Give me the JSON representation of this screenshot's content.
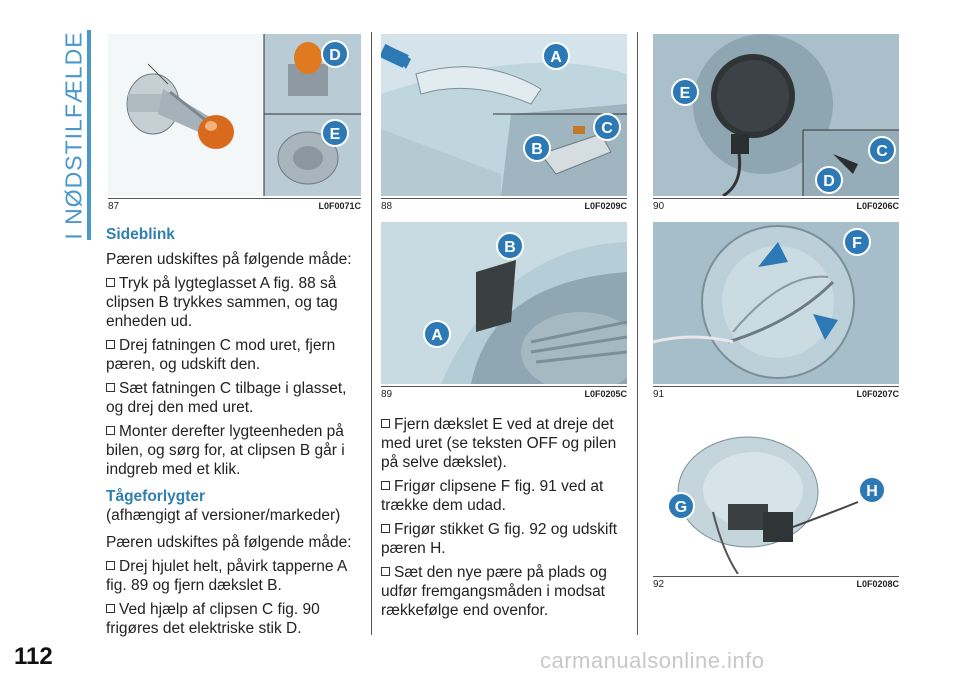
{
  "section_title": "I NØDSTILFÆLDE",
  "page_number": "112",
  "watermark": "carmanualsonline.info",
  "figures": [
    {
      "number": "87",
      "code": "L0F0071C",
      "labels": [
        "D",
        "E"
      ]
    },
    {
      "number": "88",
      "code": "L0F0209C",
      "labels": [
        "A",
        "B",
        "C"
      ]
    },
    {
      "number": "89",
      "code": "L0F0205C",
      "labels": [
        "B",
        "A"
      ]
    },
    {
      "number": "90",
      "code": "L0F0206C",
      "labels": [
        "E",
        "C",
        "D"
      ]
    },
    {
      "number": "91",
      "code": "L0F0207C",
      "labels": [
        "F"
      ]
    },
    {
      "number": "92",
      "code": "L0F0208C",
      "labels": [
        "G",
        "H"
      ]
    }
  ],
  "sideblink": {
    "heading": "Sideblink",
    "intro": "Pæren udskiftes på følgende måde:",
    "steps": [
      "Tryk på lygteglasset A fig. 88 så clipsen B trykkes sammen, og tag enheden ud.",
      "Drej fatningen C mod uret, fjern pæren, og udskift den.",
      "Sæt fatningen C tilbage i glasset, og drej den med uret.",
      "Monter derefter lygteenheden på bilen, og sørg for, at clipsen B går i indgreb med et klik."
    ]
  },
  "fog": {
    "heading": "Tågeforlygter",
    "subheading": "(afhængigt af versioner/markeder)",
    "intro": "Pæren udskiftes på følgende måde:",
    "steps": [
      "Drej hjulet helt, påvirk tapperne A fig. 89 og fjern dækslet B.",
      "Ved hjælp af clipsen C fig. 90 frigøres det elektriske stik D."
    ],
    "steps_col2": [
      "Fjern dækslet E ved at dreje det med uret (se teksten OFF og pilen på selve dækslet).",
      "Frigør clipsene F fig. 91 ved at trække dem udad.",
      "Frigør stikket G fig. 92 og udskift pæren H.",
      "Sæt den nye pære på plads og udfør fremgangsmåden i modsat rækkefølge end ovenfor."
    ]
  },
  "colors": {
    "accent": "#4a97c9",
    "badge": "#2c79b5",
    "figure_bg": "#bcd2dc"
  }
}
